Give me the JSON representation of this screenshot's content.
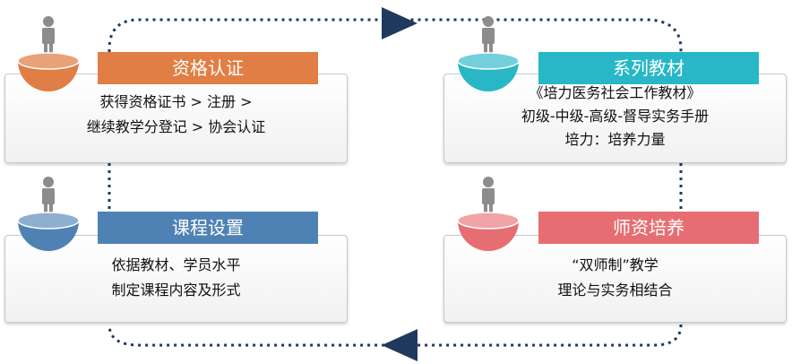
{
  "colors": {
    "orange": "#E07E45",
    "teal": "#28B7C6",
    "blue": "#4F82B4",
    "red": "#E66E73",
    "loop": "#1F3A5C",
    "figure": "#8C8C8C"
  },
  "icons": [
    "person-icon",
    "bowl-icon",
    "arrow-right-icon",
    "arrow-left-icon"
  ],
  "panels": [
    {
      "id": "certification",
      "title": "资格认证",
      "color": "orange",
      "lines": [
        "获得资格证书 > 注册 >",
        "继续教学分登记 > 协会认证"
      ]
    },
    {
      "id": "textbooks",
      "title": "系列教材",
      "color": "teal",
      "lines": [
        "《培力医务社会工作教材》",
        "初级-中级-高级-督导实务手册",
        "培力：培养力量"
      ]
    },
    {
      "id": "curriculum",
      "title": "课程设置",
      "color": "blue",
      "lines": [
        "依据教材、学员水平",
        "制定课程内容及形式"
      ]
    },
    {
      "id": "faculty",
      "title": "师资培养",
      "color": "red",
      "lines": [
        "“双师制”教学",
        "理论与实务相结合"
      ]
    }
  ]
}
